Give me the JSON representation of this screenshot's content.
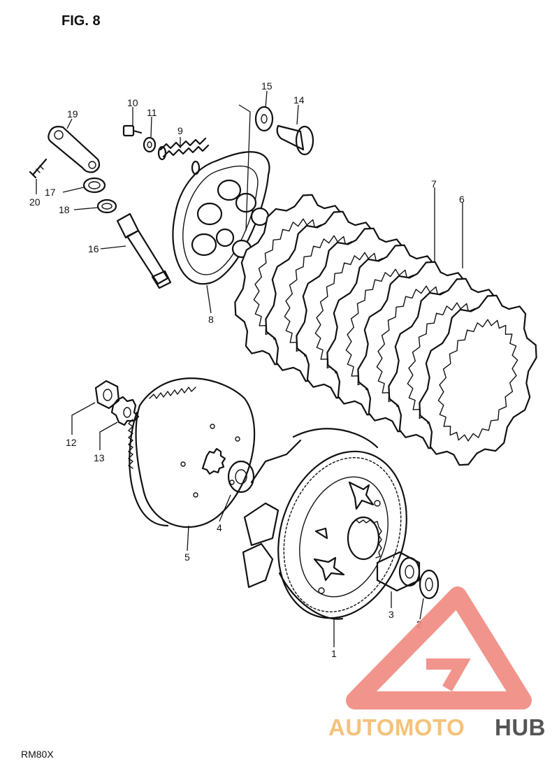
{
  "figure": {
    "title": "FIG. 8",
    "model": "RM80X"
  },
  "parts": [
    {
      "number": "1"
    },
    {
      "number": "2"
    },
    {
      "number": "3"
    },
    {
      "number": "4"
    },
    {
      "number": "5"
    },
    {
      "number": "6"
    },
    {
      "number": "7"
    },
    {
      "number": "8"
    },
    {
      "number": "9"
    },
    {
      "number": "10"
    },
    {
      "number": "11"
    },
    {
      "number": "12"
    },
    {
      "number": "13"
    },
    {
      "number": "14"
    },
    {
      "number": "15"
    },
    {
      "number": "16"
    },
    {
      "number": "17"
    },
    {
      "number": "18"
    },
    {
      "number": "19"
    },
    {
      "number": "20"
    }
  ],
  "watermark": {
    "text_part1": "AUTOMOTO",
    "text_part2": "HUB",
    "color_primary": "#f08a80",
    "color_secondary": "#f5c27a",
    "color_dark": "#555555"
  }
}
